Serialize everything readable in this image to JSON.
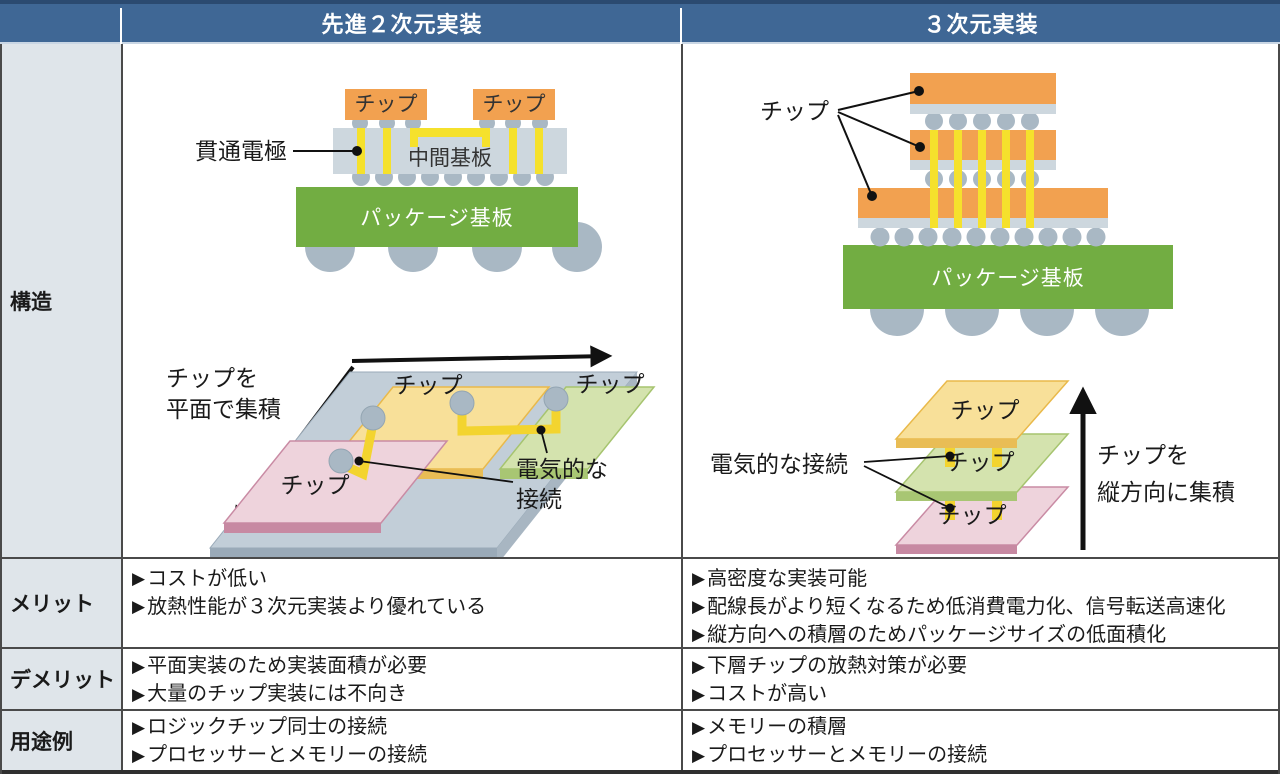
{
  "header": {
    "col_advanced_2d": "先進２次元実装",
    "col_3d": "３次元実装"
  },
  "row_labels": {
    "structure": "構造",
    "merit": "メリット",
    "demerit": "デメリット",
    "usage": "用途例"
  },
  "bullet_char": "▶",
  "merits": {
    "advanced_2d": [
      "コストが低い",
      "放熱性能が３次元実装より優れている"
    ],
    "three_d": [
      "高密度な実装可能",
      "配線長がより短くなるため低消費電力化、信号転送高速化",
      "縦方向への積層のためパッケージサイズの低面積化"
    ]
  },
  "demerits": {
    "advanced_2d": [
      "平面実装のため実装面積が必要",
      "大量のチップ実装には不向き"
    ],
    "three_d": [
      "下層チップの放熱対策が必要",
      "コストが高い"
    ]
  },
  "usages": {
    "advanced_2d": [
      "ロジックチップ同士の接続",
      "プロセッサーとメモリーの接続"
    ],
    "three_d": [
      "メモリーの積層",
      "プロセッサーとメモリーの接続"
    ]
  },
  "diagram_2d": {
    "chip_label": "チップ",
    "tsv_label": "貫通電極",
    "interposer_label": "中間基板",
    "package_label": "パッケージ基板",
    "plane_caption_line1": "チップを",
    "plane_caption_line2": "平面で集積",
    "electrical_label_line1": "電気的な",
    "electrical_label_line2": "接続"
  },
  "diagram_3d": {
    "chip_label": "チップ",
    "package_label": "パッケージ基板",
    "electrical_label": "電気的な接続",
    "vertical_caption_line1": "チップを",
    "vertical_caption_line2": "縦方向に集積"
  },
  "colors": {
    "header_bg": "#3f6795",
    "header_top_border": "#2b4a70",
    "label_cell_bg": "#dfe5ea",
    "chip_orange": "#f2a150",
    "substrate_green": "#72ad42",
    "interposer_gray": "#cdd7de",
    "bump_gray": "#a9b8c4",
    "via_yellow": "#f5e12c",
    "chip_plate_yellow": "#f8e099",
    "chip_plate_green": "#d4e3ae",
    "chip_plate_pink": "#eed3dc",
    "board_gray": "#c2ced8",
    "text_dark": "#1a1a1a"
  }
}
